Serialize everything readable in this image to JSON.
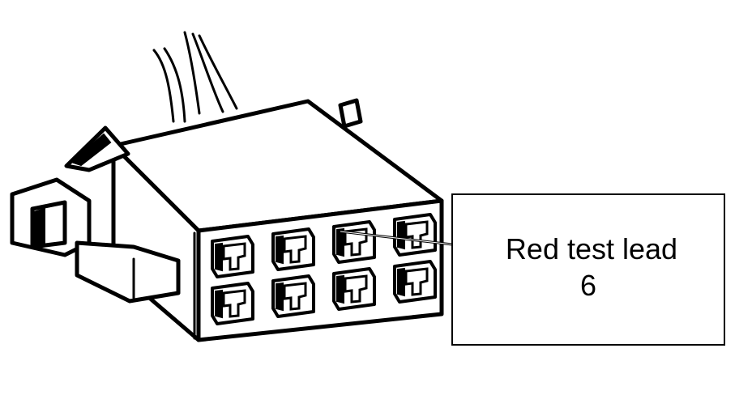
{
  "callout": {
    "line1": "Red test lead",
    "line2": "6"
  },
  "connector": {
    "rows": 2,
    "columns": 4,
    "highlighted_cavity": {
      "row": 1,
      "column": 3
    }
  },
  "colors": {
    "ink": "#000000",
    "paper": "#ffffff"
  }
}
